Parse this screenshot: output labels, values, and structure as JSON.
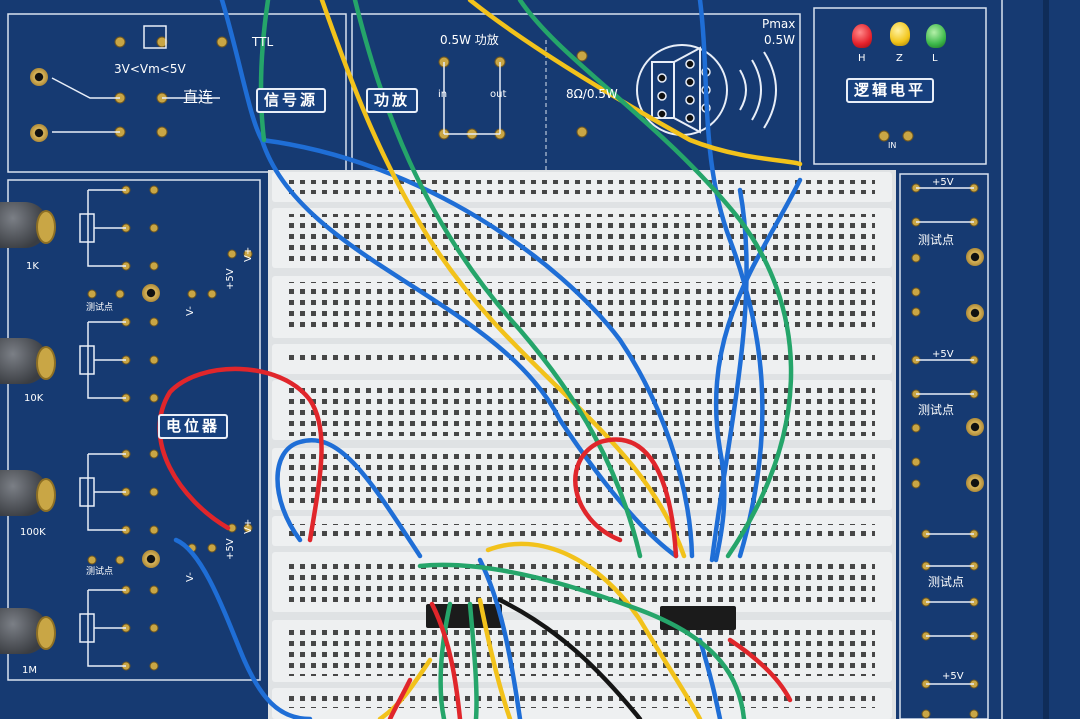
{
  "panels": {
    "signal_source": {
      "title": "信号源",
      "ttl": "TTL",
      "threshold": "3V<Vm<5V",
      "direct": "直连"
    },
    "power_amp": {
      "title": "功放",
      "spec": "0.5W 功放",
      "in_label": "in",
      "out_label": "out",
      "speaker_label": "8Ω/0.5W",
      "pmax": "Pmax",
      "pmax_value": "0.5W"
    },
    "logic_level": {
      "title": "逻辑电平",
      "led_labels": [
        "H",
        "Z",
        "L"
      ],
      "in_label": "IN"
    },
    "potentiometer": {
      "title": "电位器",
      "knob_labels": [
        "1K",
        "10K",
        "100K",
        "1M"
      ],
      "test_point": "测试点",
      "vplus": "V+",
      "vminus": "V-",
      "plus5v": "+5V"
    },
    "right_column": {
      "plus5v": "+5V",
      "test_point": "测试点"
    }
  },
  "colors": {
    "panel_blue": "#163a72",
    "breadboard": "#eceeef",
    "wire_blue": "#1f6ed6",
    "wire_yellow": "#f2c21b",
    "wire_green": "#25a56a",
    "wire_red": "#e0262b",
    "wire_black": "#151515",
    "led_red": "#e5212b",
    "led_yellow": "#f2c51a",
    "led_green": "#3cb84a"
  }
}
